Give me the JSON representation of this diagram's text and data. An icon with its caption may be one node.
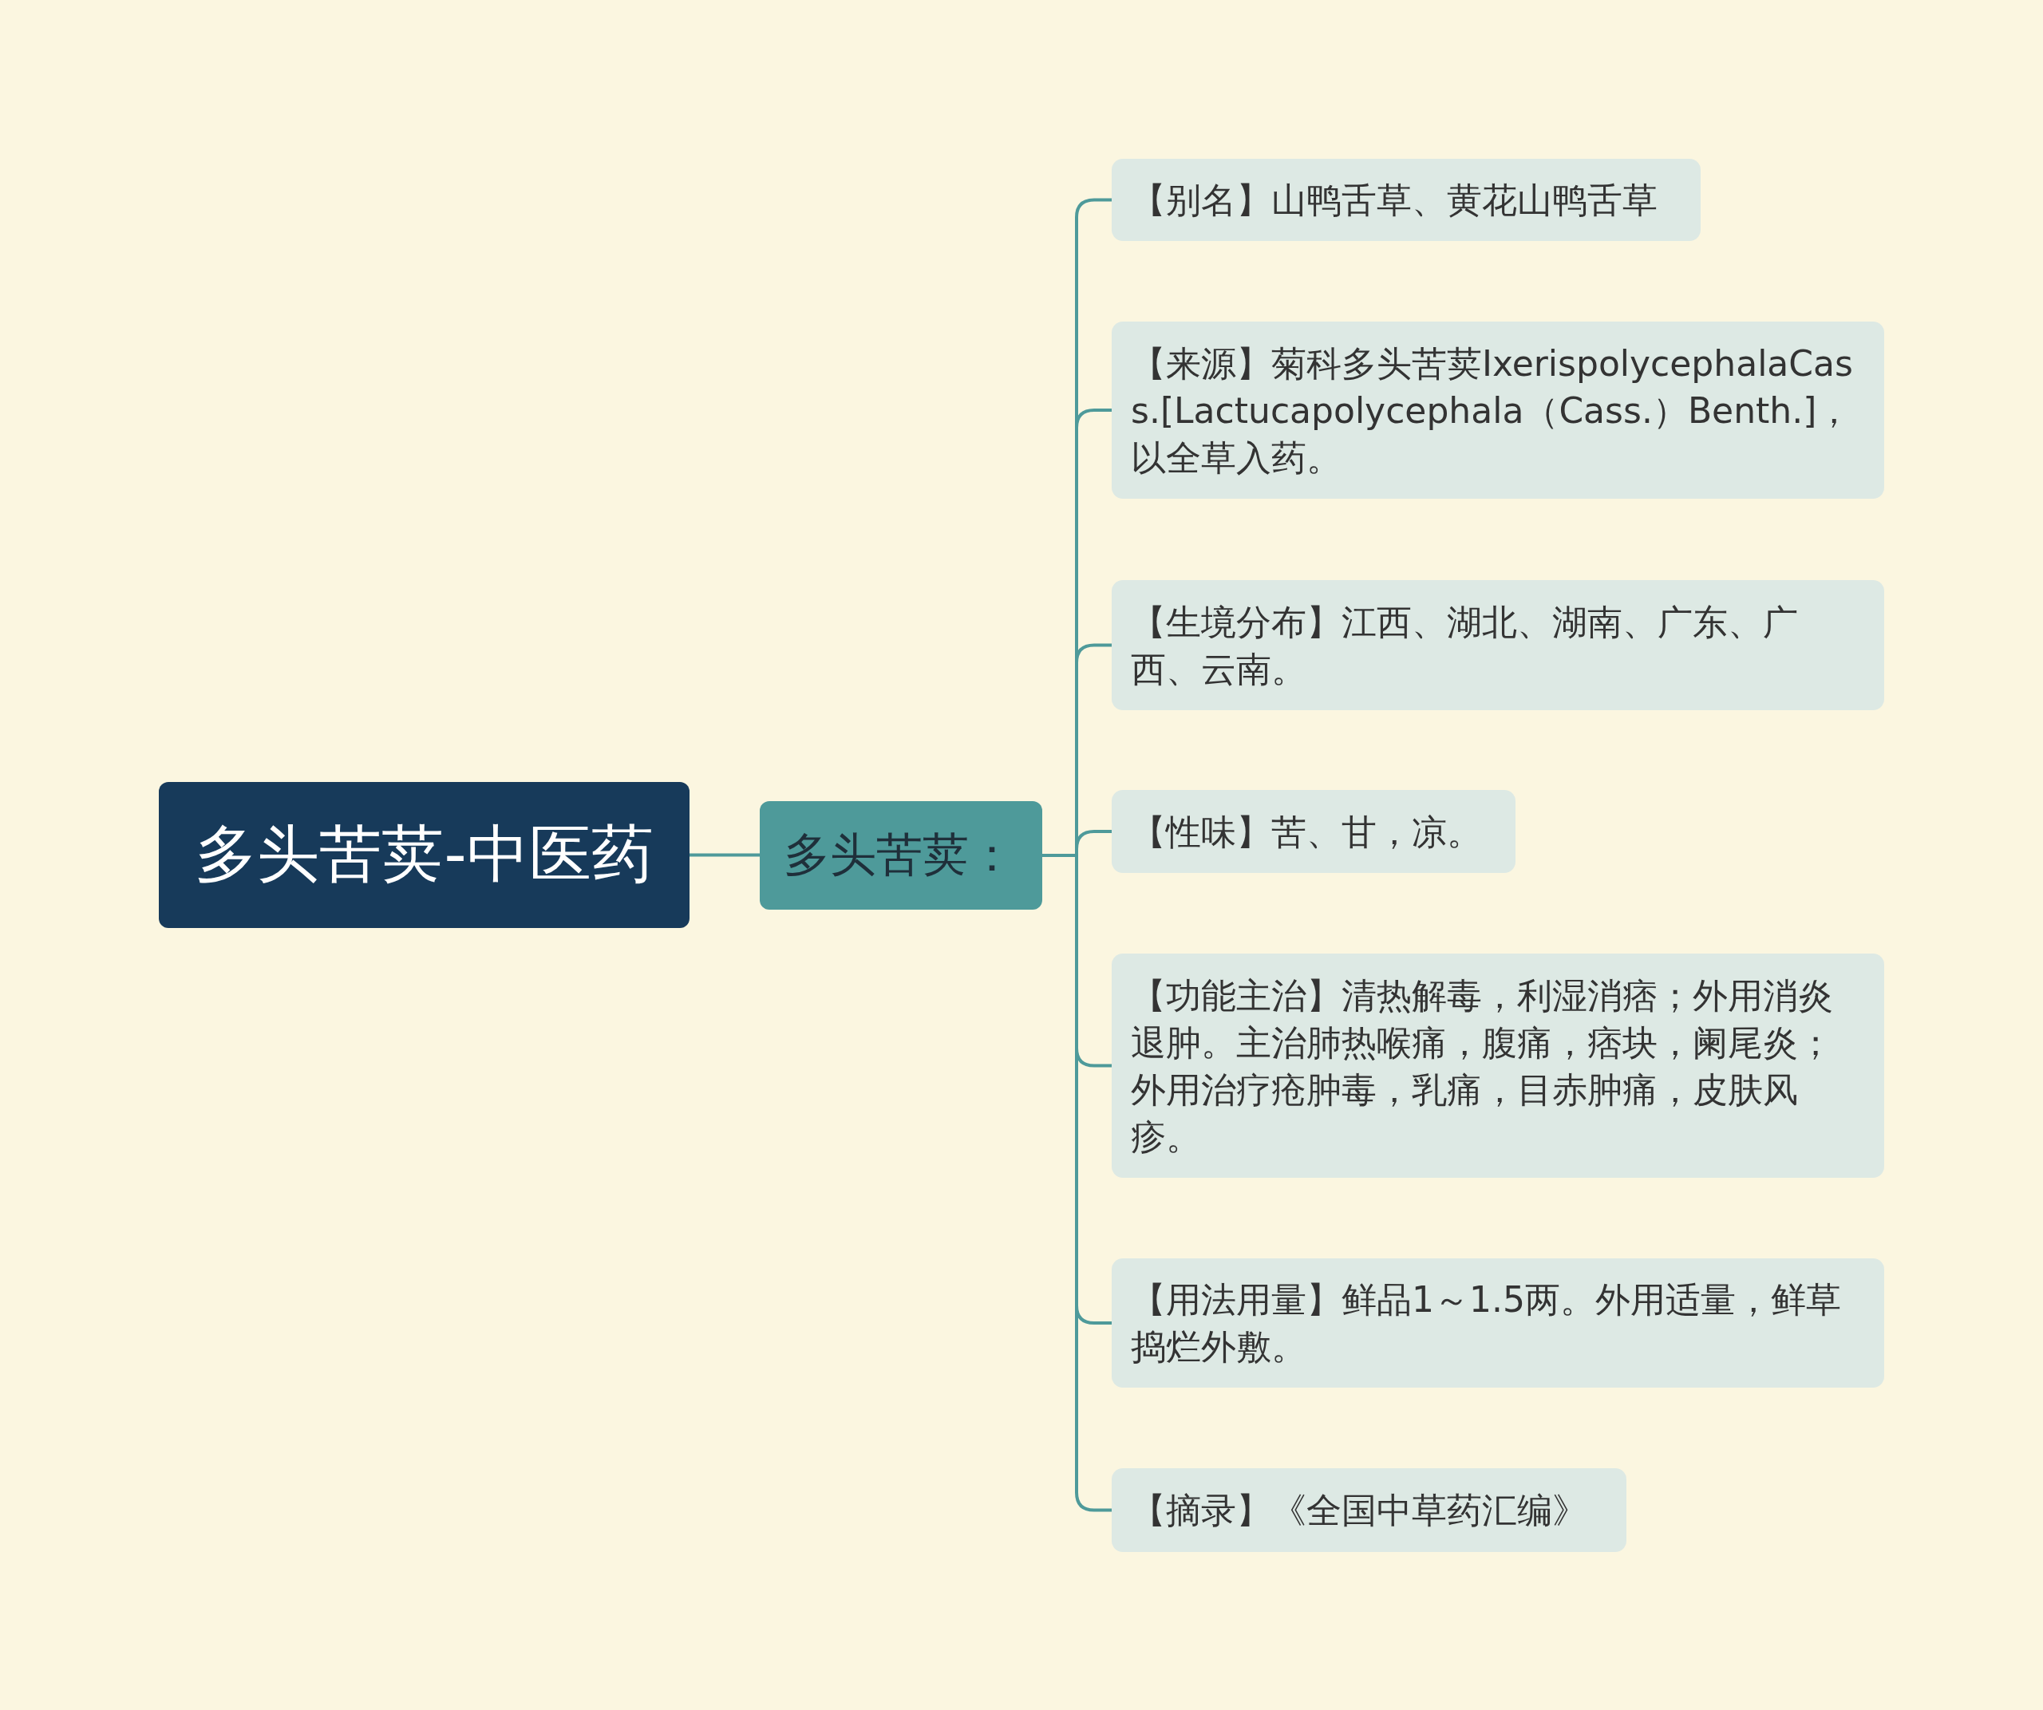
{
  "diagram": {
    "nodes": [
      {
        "text": [
          "多头苦荬-中医药"
        ]
      },
      {
        "text": [
          "多头苦荬："
        ]
      },
      {
        "text": [
          "【别名】山鸭舌草、黄花山鸭舌草"
        ]
      },
      {
        "text": [
          "【来源】菊科多头苦荬IxerispolycephalaCass.[Lactucapolycephala（Cass.）Benth.]，以全草入药。"
        ]
      },
      {
        "text": [
          "【生境分布】江西、湖北、湖南、广东、广西、云南。"
        ]
      },
      {
        "text": [
          "【性味】苦、甘，凉。"
        ]
      },
      {
        "text": [
          "【功能主治】清热解毒，利湿消痞；外用消炎退肿。主治肺热喉痛，腹痛，痞块，阑尾炎；外用治疗疮肿毒，乳痛，目赤肿痛，皮肤风疹。"
        ]
      },
      {
        "text": [
          "【用法用量】鲜品1～1.5两。外用适量，鲜草捣烂外敷。"
        ]
      },
      {
        "text": [
          "【摘录】《全国中草药汇编》"
        ]
      }
    ],
    "edges": [
      {
        "from": 0,
        "to": 1,
        "arrow": "none"
      },
      {
        "from": 1,
        "to": 2,
        "arrow": "none"
      },
      {
        "from": 1,
        "to": 3,
        "arrow": "none"
      },
      {
        "from": 1,
        "to": 4,
        "arrow": "none"
      },
      {
        "from": 1,
        "to": 5,
        "arrow": "none"
      },
      {
        "from": 1,
        "to": 6,
        "arrow": "none"
      },
      {
        "from": 1,
        "to": 7,
        "arrow": "none"
      },
      {
        "from": 1,
        "to": 8,
        "arrow": "none"
      }
    ]
  }
}
